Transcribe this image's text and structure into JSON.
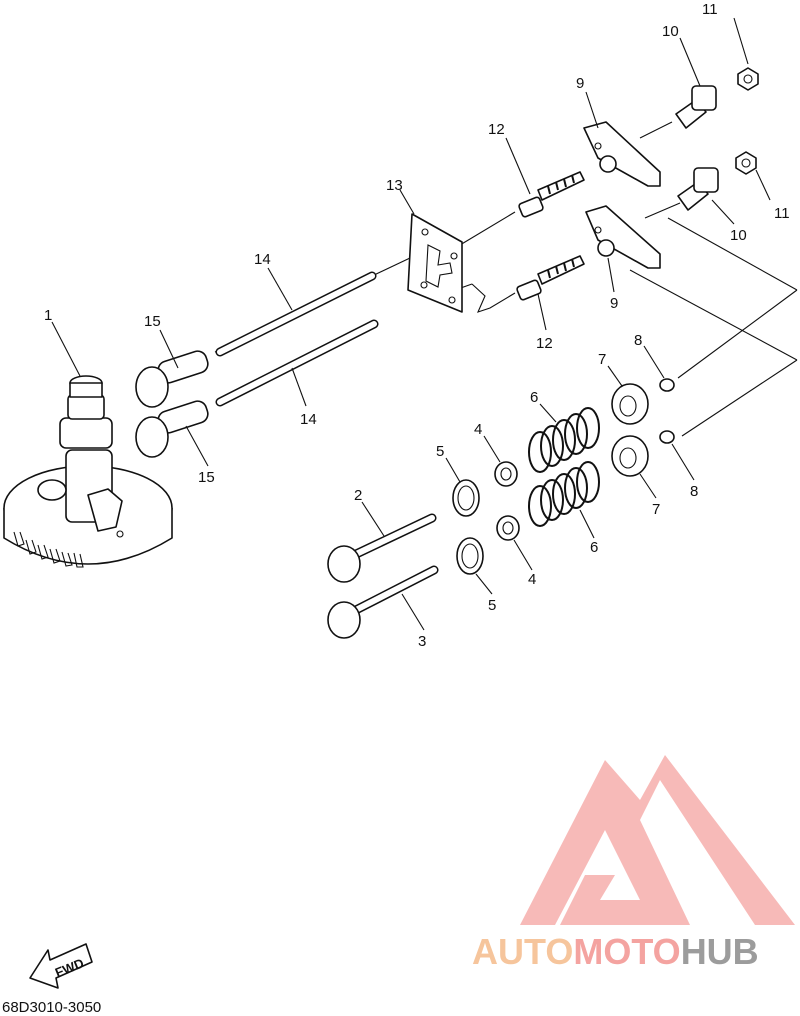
{
  "diagram": {
    "callouts": [
      {
        "id": "c11a",
        "text": "11"
      },
      {
        "id": "c10a",
        "text": "10"
      },
      {
        "id": "c9a",
        "text": "9"
      },
      {
        "id": "c12a",
        "text": "12"
      },
      {
        "id": "c13",
        "text": "13"
      },
      {
        "id": "c14a",
        "text": "14"
      },
      {
        "id": "c1",
        "text": "1"
      },
      {
        "id": "c15a",
        "text": "15"
      },
      {
        "id": "c11b",
        "text": "11"
      },
      {
        "id": "c10b",
        "text": "10"
      },
      {
        "id": "c9b",
        "text": "9"
      },
      {
        "id": "c12b",
        "text": "12"
      },
      {
        "id": "c8a",
        "text": "8"
      },
      {
        "id": "c7a",
        "text": "7"
      },
      {
        "id": "c14b",
        "text": "14"
      },
      {
        "id": "c6a",
        "text": "6"
      },
      {
        "id": "c4a",
        "text": "4"
      },
      {
        "id": "c5a",
        "text": "5"
      },
      {
        "id": "c15b",
        "text": "15"
      },
      {
        "id": "c8b",
        "text": "8"
      },
      {
        "id": "c7b",
        "text": "7"
      },
      {
        "id": "c2",
        "text": "2"
      },
      {
        "id": "c6b",
        "text": "6"
      },
      {
        "id": "c4b",
        "text": "4"
      },
      {
        "id": "c5b",
        "text": "5"
      },
      {
        "id": "c3",
        "text": "3"
      }
    ],
    "fwd_label": "FWD",
    "drawing_code": "68D3010-3050"
  },
  "watermark": {
    "part1": "AUTO",
    "part2": "MOTO",
    "part3": "HUB",
    "colors": {
      "auto": "#f6c59c",
      "moto": "#f4a3a0",
      "hub": "#9c9c9c",
      "logo": "#f4a3a0"
    }
  }
}
